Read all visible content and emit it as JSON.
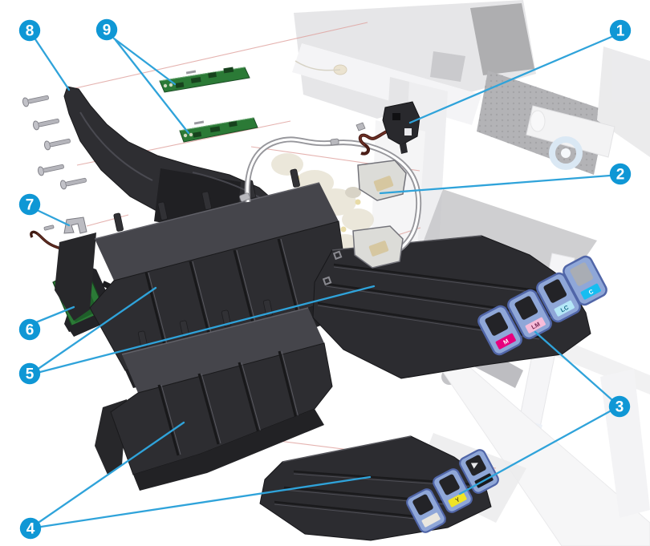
{
  "diagram": {
    "kind": "exploded-parts-diagram",
    "accent_color": "#0f97d5",
    "leader_color": "#2fa3da",
    "construction_line_color": "#dfa09c",
    "pcb_green": "#2b7a36",
    "tray_frame_color": "#8fa7d8",
    "part_dark_color": "#2d2d31"
  },
  "callouts": [
    {
      "number": "1",
      "part": "sensor-bracket-with-cable"
    },
    {
      "number": "2",
      "part": "air-tubes-assembly"
    },
    {
      "number": "3",
      "part": "cartridge-door-frames"
    },
    {
      "number": "4",
      "part": "lower-ink-supply-station"
    },
    {
      "number": "5",
      "part": "upper-ink-supply-station"
    },
    {
      "number": "6",
      "part": "iss-pca-board"
    },
    {
      "number": "7",
      "part": "metal-clip"
    },
    {
      "number": "8",
      "part": "support-bracket"
    },
    {
      "number": "9",
      "part": "electrical-strip-boards"
    }
  ],
  "trays": {
    "upper": {
      "slots": [
        {
          "label": "M",
          "color": "#e6007e",
          "text_color": "#ffffff"
        },
        {
          "label": "LM",
          "color": "#f7bcd9",
          "text_color": "#7a2a55"
        },
        {
          "label": "LC",
          "color": "#b5e7f7",
          "text_color": "#1b6e8a"
        },
        {
          "label": "C",
          "color": "#16bdf1",
          "text_color": "#ffffff"
        }
      ]
    },
    "lower": {
      "slots": [
        {
          "label": "",
          "color": "#e9e7df",
          "text_color": "#555555"
        },
        {
          "label": "Y",
          "color": "#f0e426",
          "text_color": "#5a521a"
        },
        {
          "label": "",
          "color": "#1a1a1e",
          "text_color": "#ffffff"
        }
      ]
    }
  }
}
